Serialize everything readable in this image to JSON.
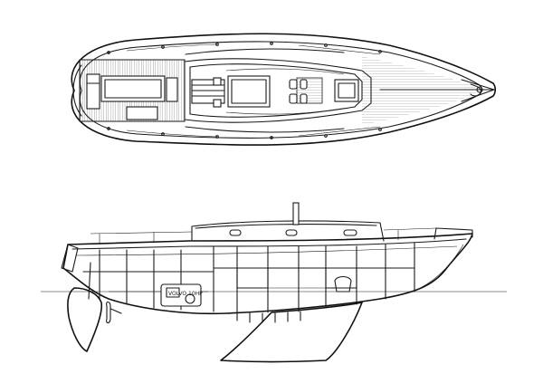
{
  "drawing": {
    "views": [
      "plan-view",
      "profile-view"
    ],
    "engine_label": "VOLVO 10HP",
    "line_color": "#1a1a1a",
    "background": "#ffffff"
  }
}
